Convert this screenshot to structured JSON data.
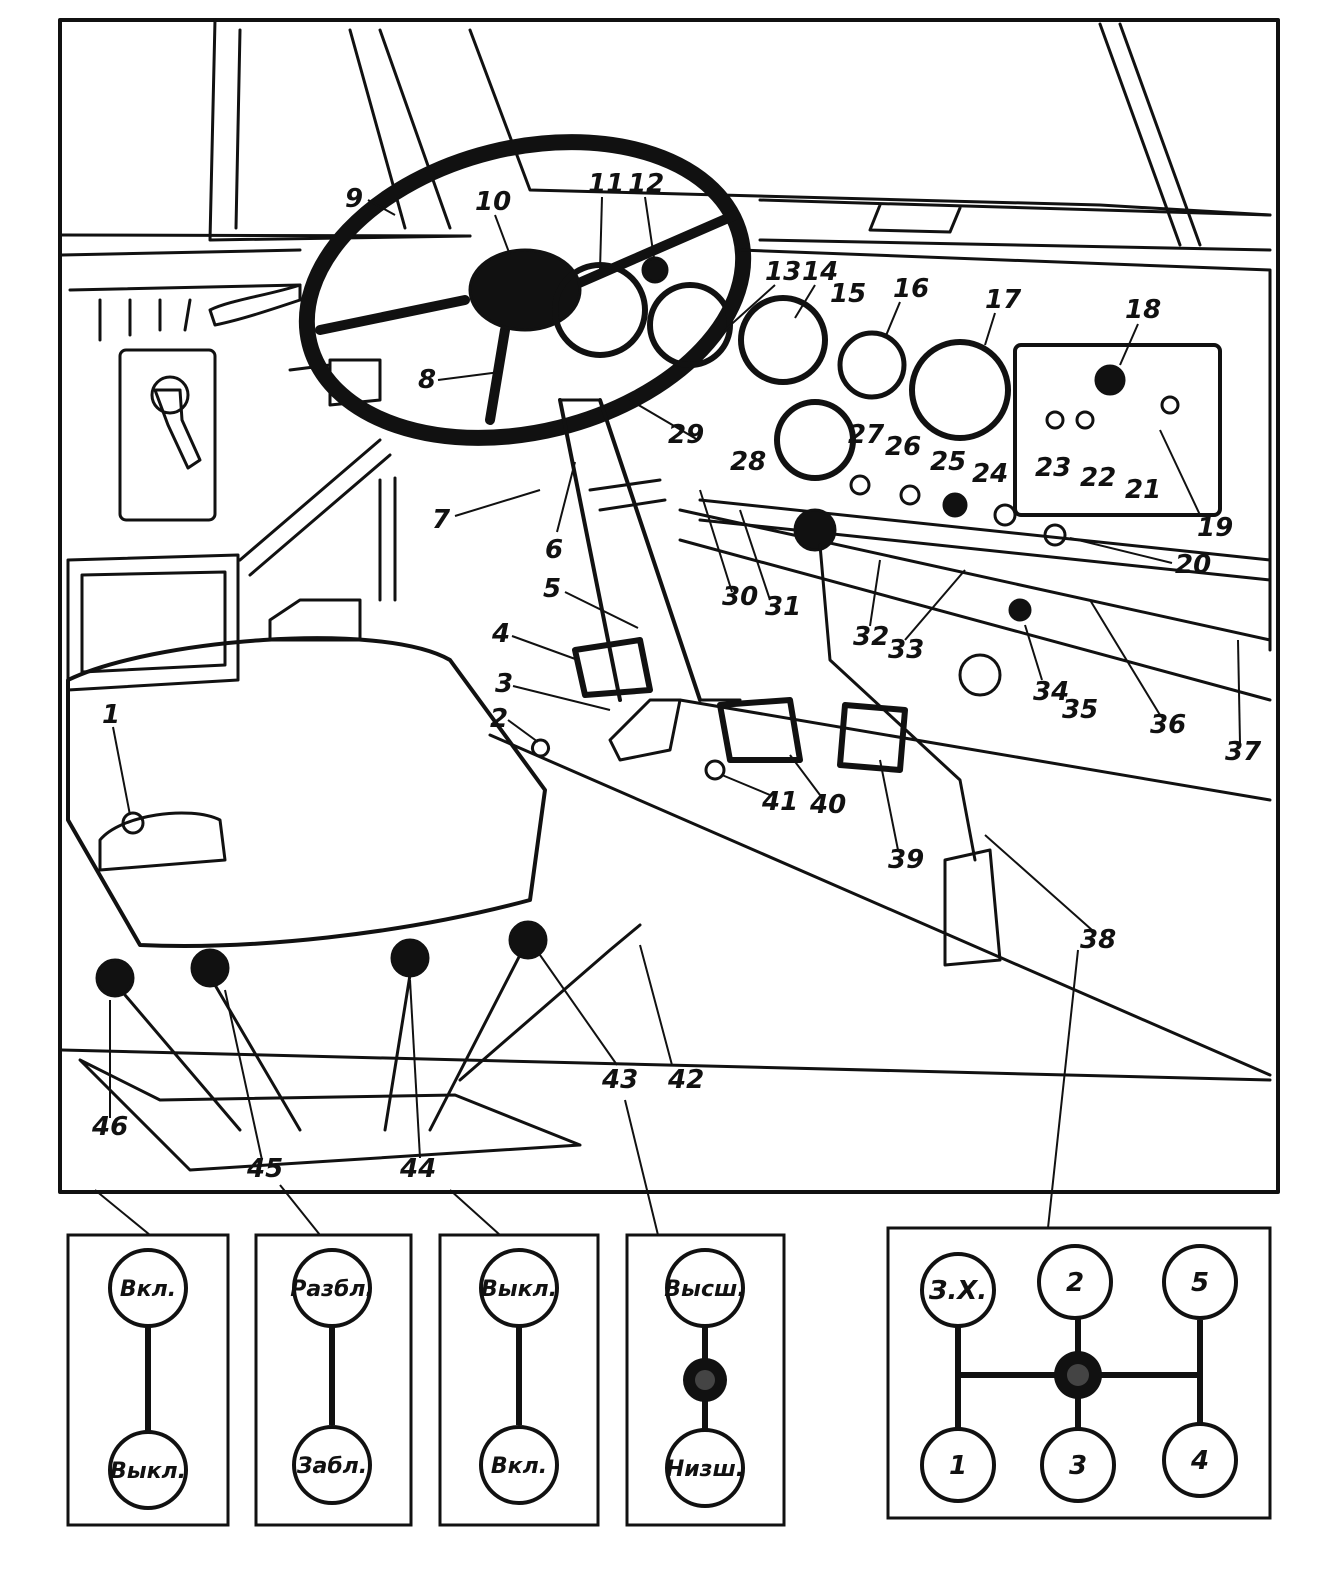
{
  "callouts": [
    "1",
    "2",
    "3",
    "4",
    "5",
    "6",
    "7",
    "8",
    "9",
    "10",
    "11",
    "12",
    "13",
    "14",
    "15",
    "16",
    "17",
    "18",
    "19",
    "20",
    "21",
    "22",
    "23",
    "24",
    "25",
    "26",
    "27",
    "28",
    "29",
    "30",
    "31",
    "32",
    "33",
    "34",
    "35",
    "36",
    "37",
    "38",
    "39",
    "40",
    "41",
    "42",
    "43",
    "44",
    "45",
    "46"
  ],
  "schemes": {
    "s46": {
      "top": "Вкл.",
      "bottom": "Выкл."
    },
    "s45": {
      "top": "Разбл.",
      "bottom": "Забл."
    },
    "s44": {
      "top": "Выкл.",
      "bottom": "Вкл."
    },
    "s43": {
      "top": "Высш.",
      "bottom": "Низш."
    }
  },
  "gearbox": {
    "reverse": "З.Х.",
    "g1": "1",
    "g2": "2",
    "g3": "3",
    "g4": "4",
    "g5": "5"
  },
  "colors": {
    "ink": "#111111",
    "paper": "#ffffff"
  }
}
